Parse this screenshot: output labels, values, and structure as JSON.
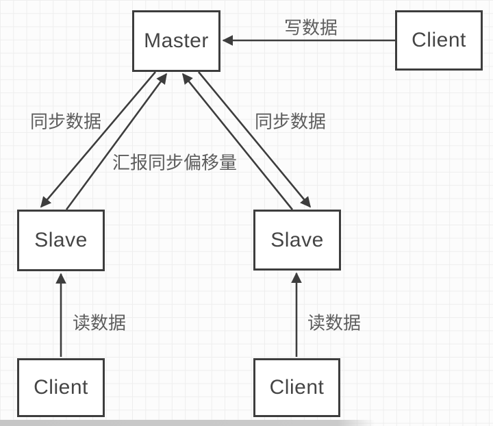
{
  "diagram": {
    "nodes": {
      "master": {
        "label": "Master"
      },
      "client_top": {
        "label": "Client"
      },
      "slave_left": {
        "label": "Slave"
      },
      "slave_right": {
        "label": "Slave"
      },
      "client_bottom_left": {
        "label": "Client"
      },
      "client_bottom_right": {
        "label": "Client"
      }
    },
    "edges": {
      "write": {
        "label": "写数据"
      },
      "sync_left": {
        "label": "同步数据"
      },
      "report_offset": {
        "label": "汇报同步偏移量"
      },
      "sync_right": {
        "label": "同步数据"
      },
      "read_left": {
        "label": "读数据"
      },
      "read_right": {
        "label": "读数据"
      }
    },
    "colors": {
      "stroke": "#3d3d3d",
      "node_fill": "#ffffff",
      "node_text": "#454545",
      "edge_label_text": "#5d5d5d",
      "grid_line": "#eeeeee",
      "background": "#fcfcfc",
      "bottom_bar": "#c8c8c8"
    }
  }
}
